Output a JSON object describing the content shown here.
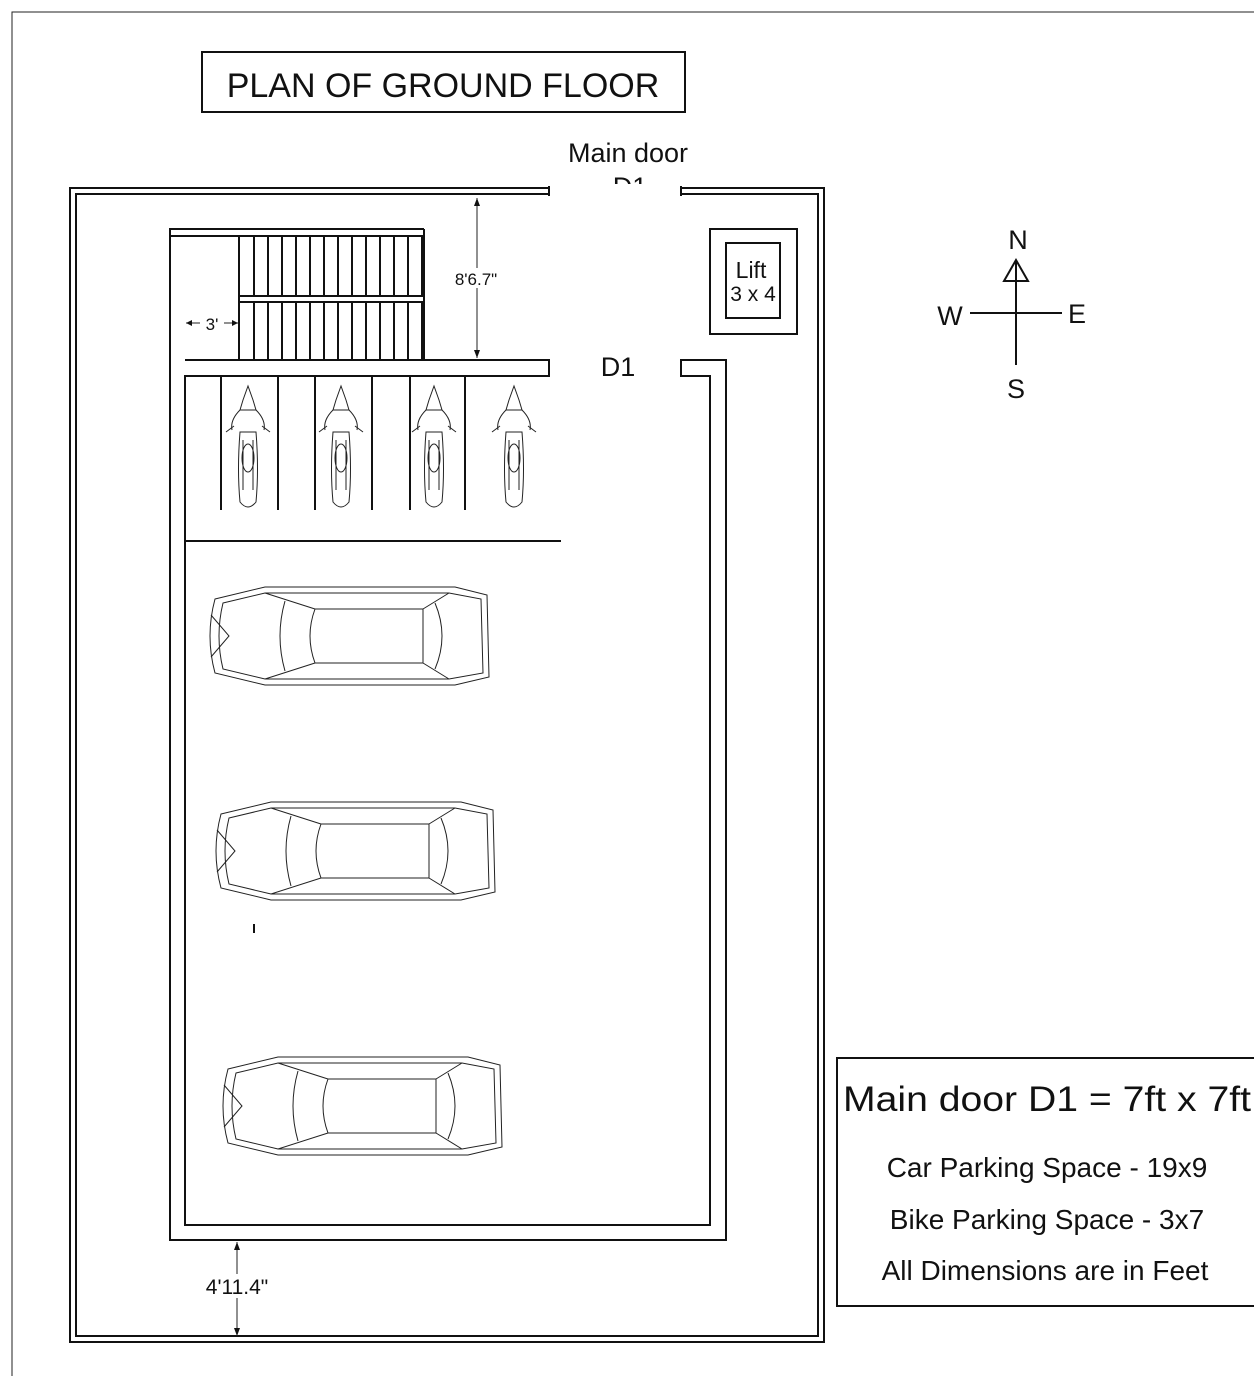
{
  "title": "PLAN OF GROUND FLOOR",
  "labels": {
    "main_door": "Main door",
    "main_door_code": "D1",
    "inner_door_code": "D1",
    "lift": "Lift",
    "lift_size": "3 x 4",
    "stair_width": "3'",
    "stair_height": "8'6.7\"",
    "setback": "4'11.4\""
  },
  "compass": {
    "north": "N",
    "south": "S",
    "east": "E",
    "west": "W"
  },
  "legend": {
    "main_door_spec": "Main door D1 = 7ft x 7ft",
    "car_parking": "Car Parking Space - 19x9",
    "bike_parking": "Bike Parking Space - 3x7",
    "units_note": "All Dimensions are in Feet"
  },
  "colors": {
    "line": "#111111",
    "background": "#ffffff"
  }
}
